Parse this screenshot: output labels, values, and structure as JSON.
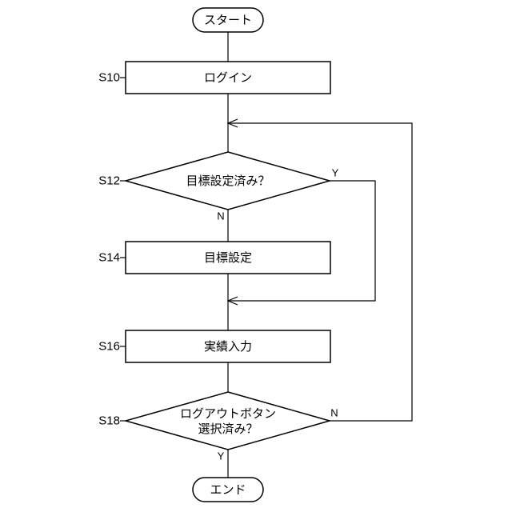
{
  "start": {
    "label": "スタート"
  },
  "end": {
    "label": "エンド"
  },
  "steps": {
    "s10": {
      "id": "S10",
      "label": "ログイン"
    },
    "s12": {
      "id": "S12",
      "label": "目標設定済み？",
      "yes": "Y",
      "no": "N"
    },
    "s14": {
      "id": "S14",
      "label": "目標設定"
    },
    "s16": {
      "id": "S16",
      "label": "実績入力"
    },
    "s18": {
      "id": "S18",
      "line1": "ログアウトボタン",
      "line2": "選択済み？",
      "yes": "Y",
      "no": "N"
    }
  }
}
